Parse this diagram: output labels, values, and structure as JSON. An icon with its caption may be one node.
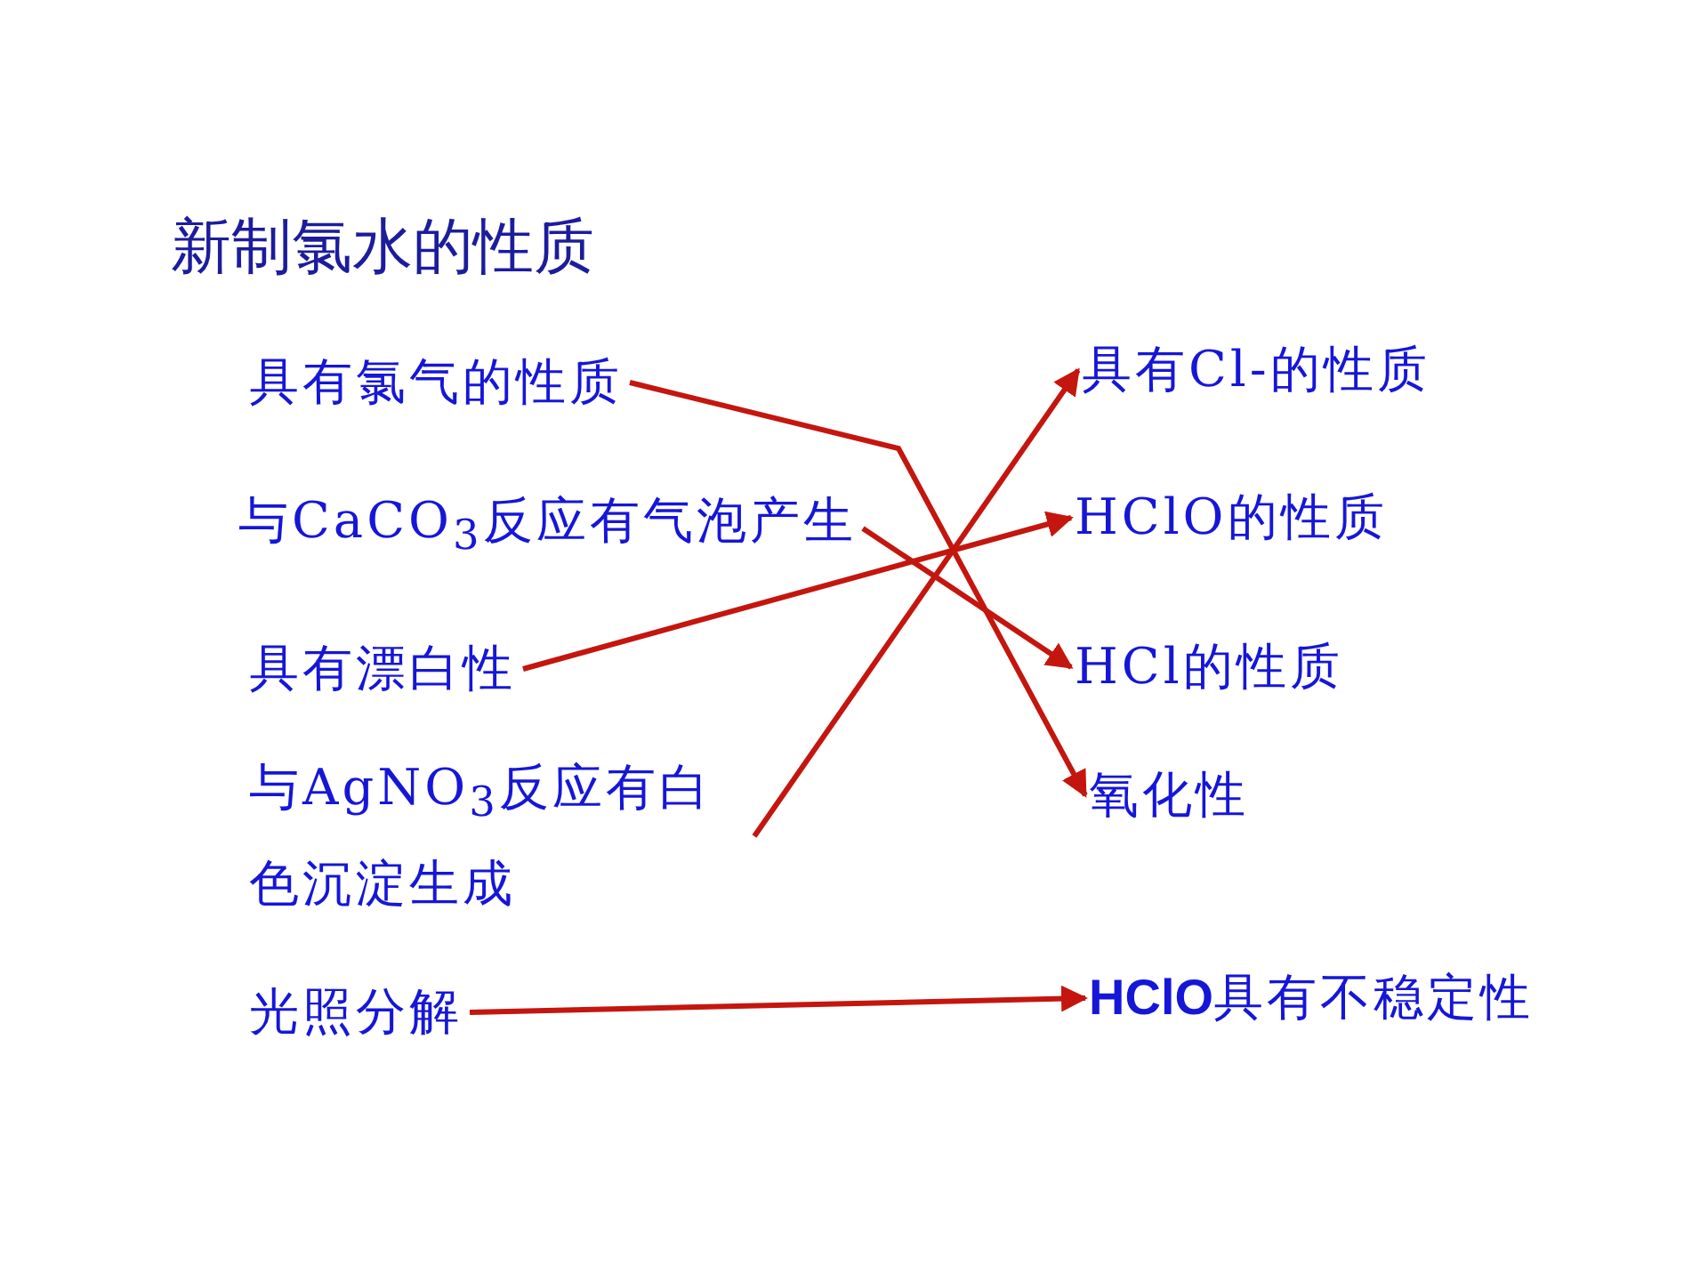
{
  "diagram": {
    "title": "新制氯水的性质",
    "nodes": [
      {
        "text": [
          "具有氯气的性质"
        ]
      },
      {
        "text": [
          "与CaCO$_{3}$反应有气泡产生"
        ]
      },
      {
        "text": [
          "具有漂白性"
        ]
      },
      {
        "text": [
          "与AgNO$_{3}$反应有白色沉淀生成"
        ]
      },
      {
        "text": [
          "光照分解"
        ]
      },
      {
        "text": [
          "具有Cl-的性质"
        ]
      },
      {
        "text": [
          "HClO的性质"
        ]
      },
      {
        "text": [
          "HCl的性质"
        ]
      },
      {
        "text": [
          "氧化性"
        ]
      },
      {
        "text": [
          "**HClO**具有不稳定性"
        ]
      }
    ],
    "edges": [
      {
        "from": 0,
        "to": 8,
        "arrow": "to"
      },
      {
        "from": 1,
        "to": 7,
        "arrow": "to"
      },
      {
        "from": 2,
        "to": 6,
        "arrow": "to"
      },
      {
        "from": 3,
        "to": 5,
        "arrow": "to"
      },
      {
        "from": 4,
        "to": 9,
        "arrow": "to"
      }
    ]
  }
}
